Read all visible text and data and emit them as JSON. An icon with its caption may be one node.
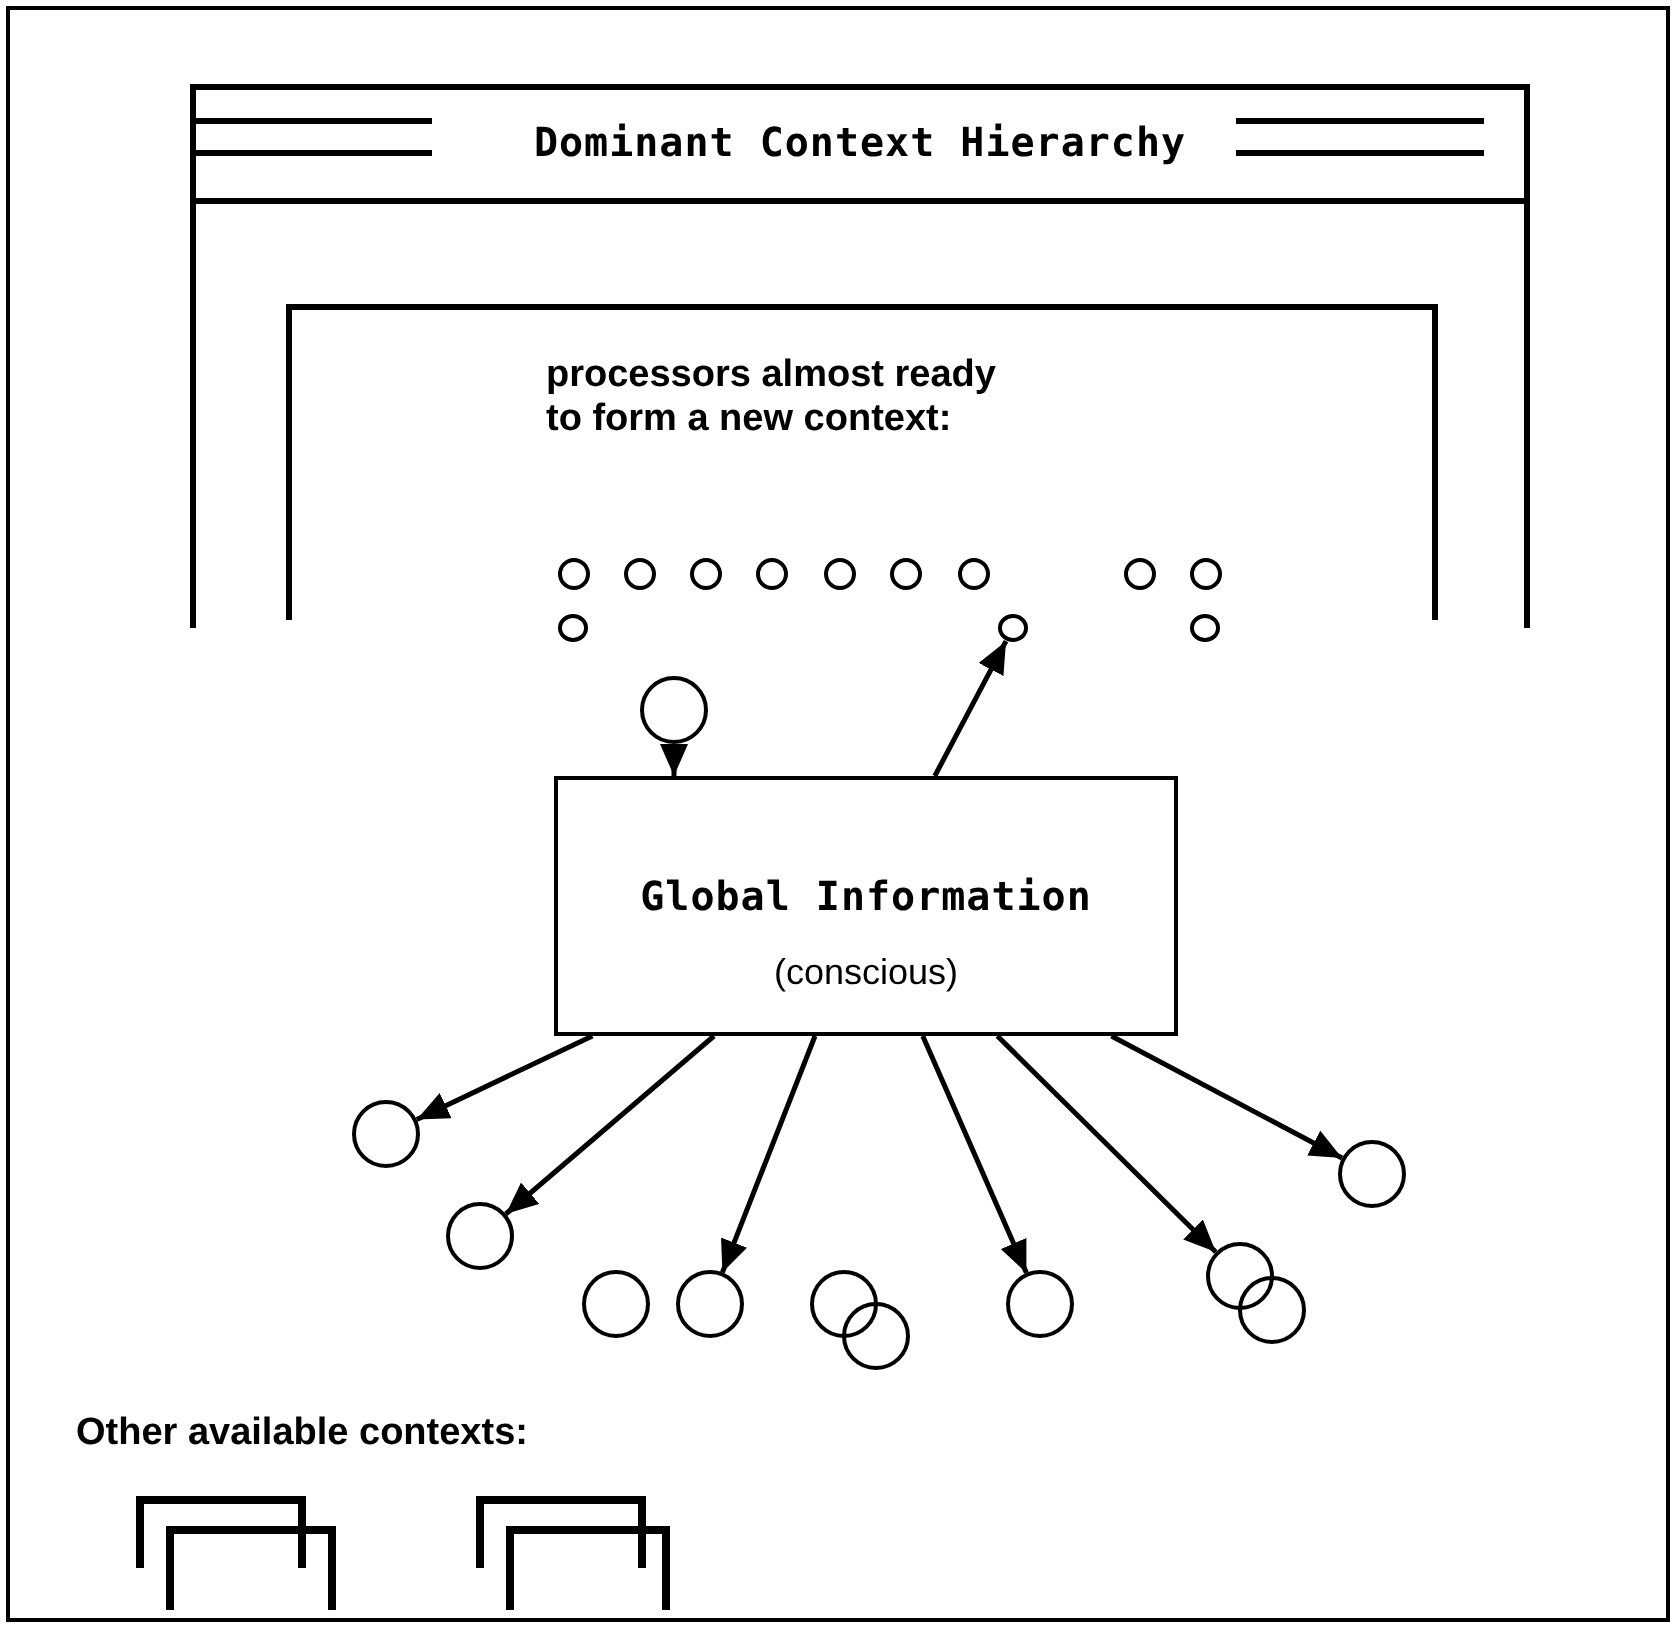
{
  "diagram": {
    "nodes": [
      {
        "text": [
          "Dominant Context Hierarchy"
        ]
      },
      {
        "text": [
          "processors almost ready to form a new context:"
        ],
        "in": 0
      },
      {
        "text": [],
        "shape": "circle",
        "in": 1
      },
      {
        "text": [],
        "shape": "circle",
        "in": 1
      },
      {
        "text": [],
        "shape": "circle",
        "in": 1
      },
      {
        "text": [],
        "shape": "circle",
        "in": 1
      },
      {
        "text": [],
        "shape": "circle",
        "in": 1
      },
      {
        "text": [],
        "shape": "circle",
        "in": 1
      },
      {
        "text": [],
        "shape": "circle",
        "in": 1
      },
      {
        "text": [],
        "shape": "circle",
        "in": 1
      },
      {
        "text": [],
        "shape": "circle",
        "in": 1
      },
      {
        "text": [],
        "shape": "circle"
      },
      {
        "text": [],
        "shape": "circle"
      },
      {
        "text": [],
        "shape": "circle"
      },
      {
        "text": [],
        "shape": "circle"
      },
      {
        "text": [
          "Global Information",
          "(conscious)"
        ]
      },
      {
        "text": [],
        "shape": "circle"
      },
      {
        "text": [],
        "shape": "circle"
      },
      {
        "text": [],
        "shape": "circle"
      },
      {
        "text": [],
        "shape": "circle"
      },
      {
        "text": [],
        "shape": "circle"
      },
      {
        "text": [],
        "shape": "circle"
      },
      {
        "text": [],
        "shape": "circle"
      },
      {
        "text": [],
        "shape": "circle"
      },
      {
        "text": [],
        "shape": "circle"
      },
      {
        "text": [],
        "shape": "circle"
      },
      {
        "text": [],
        "shape": "box"
      },
      {
        "text": [],
        "shape": "box"
      },
      {
        "text": [],
        "shape": "box"
      },
      {
        "text": [],
        "shape": "box"
      }
    ],
    "edges": [
      {
        "from": 14,
        "to": 15,
        "arrow": "to"
      },
      {
        "from": 15,
        "to": 12,
        "arrow": "to"
      },
      {
        "from": 15,
        "to": 16,
        "arrow": "to"
      },
      {
        "from": 15,
        "to": 17,
        "arrow": "to"
      },
      {
        "from": 15,
        "to": 19,
        "arrow": "to"
      },
      {
        "from": 15,
        "to": 22,
        "arrow": "to"
      },
      {
        "from": 15,
        "to": 23,
        "arrow": "to"
      },
      {
        "from": 15,
        "to": 25,
        "arrow": "to"
      }
    ],
    "labels": [
      "Other available contexts:"
    ]
  }
}
